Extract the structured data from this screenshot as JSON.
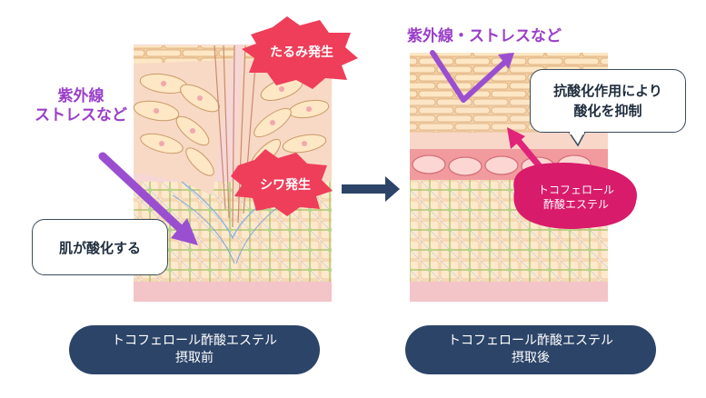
{
  "before": {
    "uv_label_line1": "紫外線",
    "uv_label_line2": "ストレスなど",
    "sag_label": "たるみ発生",
    "wrinkle_label": "シワ発生",
    "oxidize_label": "肌が酸化する",
    "caption_line1": "トコフェロール酢酸エステル",
    "caption_line2": "摂取前"
  },
  "after": {
    "uv_label": "紫外線・ストレスなど",
    "antioxidant_line1": "抗酸化作用により",
    "antioxidant_line2": "酸化を抑制",
    "ester_line1": "トコフェロール",
    "ester_line2": "酢酸エステル",
    "caption_line1": "トコフェロール酢酸エステル",
    "caption_line2": "摂取後"
  },
  "colors": {
    "uv_purple": "#9a3fc9",
    "burst_red": "#ee3e5a",
    "ester_magenta": "#d81b6a",
    "caption_navy": "#2c4468",
    "skin_pink": "#f6d7d6",
    "cell_tan": "#fbe7c7",
    "fiber_green": "#a9c96a"
  }
}
